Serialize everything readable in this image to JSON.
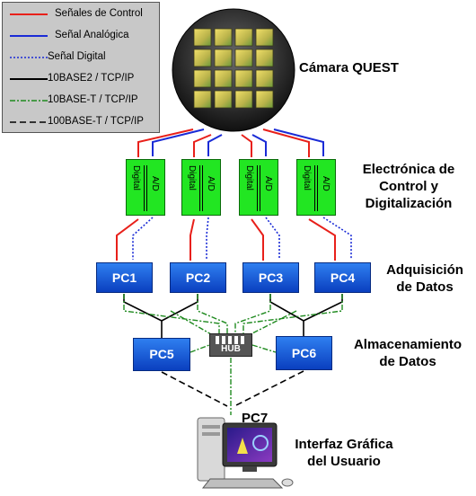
{
  "legend": {
    "items": [
      {
        "label": "Señales de Control",
        "color": "#e8201a",
        "style": "solid"
      },
      {
        "label": "Señal Analógica",
        "color": "#1a2bd6",
        "style": "solid"
      },
      {
        "label": "Señal Digital",
        "color": "#1a2bd6",
        "style": "dotted"
      },
      {
        "label": "10BASE2 / TCP/IP",
        "color": "#000000",
        "style": "solid"
      },
      {
        "label": "10BASE-T / TCP/IP",
        "color": "#1f8a1f",
        "style": "dashdot"
      },
      {
        "label": "100BASE-T / TCP/IP",
        "color": "#000000",
        "style": "dashed"
      }
    ]
  },
  "labels": {
    "camera": "Cámara QUEST",
    "electronics": [
      "Electrónica de",
      "Control y",
      "Digitalización"
    ],
    "acquisition": [
      "Adquisición",
      "de Datos"
    ],
    "storage": [
      "Almacenamiento",
      "de Datos"
    ],
    "gui": [
      "Interfaz Gráfica",
      "del Usuario"
    ]
  },
  "adc": {
    "digital_label": "Digital",
    "ad_label": "A/D"
  },
  "pcs": {
    "pc1": "PC1",
    "pc2": "PC2",
    "pc3": "PC3",
    "pc4": "PC4",
    "pc5": "PC5",
    "pc6": "PC6",
    "pc7": "PC7"
  },
  "hub": "HUB"
}
